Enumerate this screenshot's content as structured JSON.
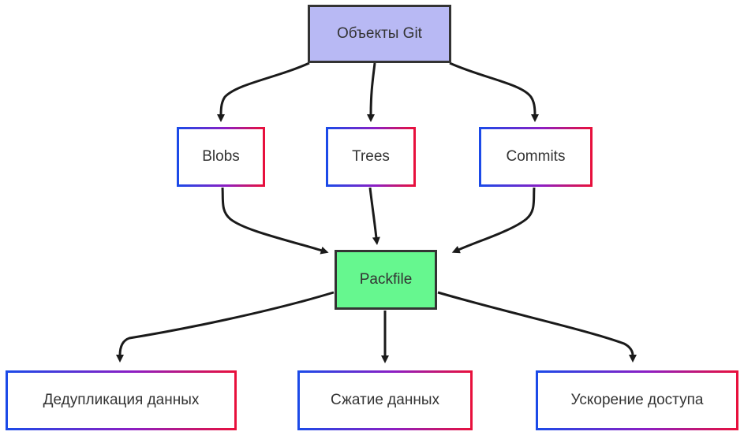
{
  "diagram": {
    "type": "flowchart",
    "direction": "top-down",
    "nodes": {
      "git_objects": {
        "label": "Объекты Git",
        "shape": "rect",
        "fill": "#b8b9f4"
      },
      "blobs": {
        "label": "Blobs",
        "shape": "rect",
        "fill": "#ffffff"
      },
      "trees": {
        "label": "Trees",
        "shape": "rect",
        "fill": "#ffffff"
      },
      "commits": {
        "label": "Commits",
        "shape": "rect",
        "fill": "#ffffff"
      },
      "packfile": {
        "label": "Packfile",
        "shape": "rect",
        "fill": "#66f78f"
      },
      "dedup": {
        "label": "Дедупликация данных",
        "shape": "rect",
        "fill": "#ffffff"
      },
      "compression": {
        "label": "Сжатие данных",
        "shape": "rect",
        "fill": "#ffffff"
      },
      "access": {
        "label": "Ускорение доступа",
        "shape": "rect",
        "fill": "#ffffff"
      }
    },
    "edges": [
      {
        "from": "git_objects",
        "to": "blobs"
      },
      {
        "from": "git_objects",
        "to": "trees"
      },
      {
        "from": "git_objects",
        "to": "commits"
      },
      {
        "from": "blobs",
        "to": "packfile"
      },
      {
        "from": "trees",
        "to": "packfile"
      },
      {
        "from": "commits",
        "to": "packfile"
      },
      {
        "from": "packfile",
        "to": "dedup"
      },
      {
        "from": "packfile",
        "to": "compression"
      },
      {
        "from": "packfile",
        "to": "access"
      }
    ]
  },
  "colors": {
    "node_purple_fill": "#b8b9f4",
    "node_green_fill": "#66f78f",
    "node_dark_border": "#333333",
    "gradient_blue": "#1b4ae8",
    "gradient_purple": "#8c1ec4",
    "gradient_red": "#e8103c",
    "edge_color": "#1a1a1a",
    "text_color": "#333333"
  }
}
